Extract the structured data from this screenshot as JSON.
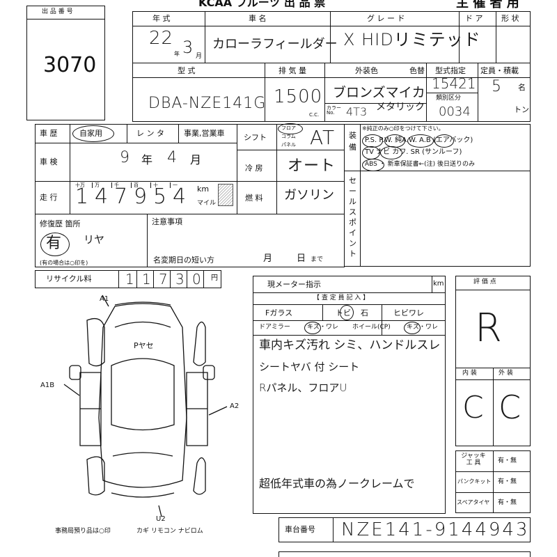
{
  "header": {
    "partial_top": "KCAA フルーツ 出 品 票",
    "title": "主 催 者 用",
    "lot_label": "出 品 番 号",
    "lot_number": "3070"
  },
  "labels": {
    "year": "年 式",
    "model_name": "車 名",
    "grade": "グ レ ー ド",
    "doors": "ド ア",
    "shape": "形 状",
    "type": "型 式",
    "displacement": "排 気 量",
    "exterior_color": "外装色",
    "color_change": "色替",
    "type_designation": "型式指定",
    "capacity": "定員・積載",
    "category": "類別区分",
    "cc": "C.C.",
    "color_no": "カラー No.",
    "name_unit": "名",
    "ton_unit": "トン",
    "year_unit": "年",
    "month_unit": "月",
    "history": "車 歴",
    "private": "自家用",
    "rental": "レ ン タ",
    "business": "事業,営業車",
    "shaken": "車 検",
    "mileage": "走 行",
    "digit_units": [
      "十万",
      "万",
      "千",
      "百",
      "十",
      "一"
    ],
    "km": "km",
    "mile": "マイル",
    "shift": "シフト",
    "shift_opts": [
      "フロア",
      "コラム",
      "パネル"
    ],
    "aircon": "冷 房",
    "fuel": "燃 料",
    "equipment": "装 備",
    "equipment_note": "※純正のみ○印をつけて下さい。",
    "equip_row1": "P.S. P.W. 純A.W. A.B (エアバック)",
    "equip_row2": "TV ナビ カワ. SR (サンルーフ)",
    "equip_row3": "ABS ・ 新車保証書←(注) 後日送りのみ",
    "sales_point": "セールスポイント",
    "repair": "修復歴 箇所",
    "repair_note": "(有の場合は○印を)",
    "notes": "注意事項",
    "short_term": "名変期日の短い方",
    "month": "月",
    "day": "日",
    "by": "まで",
    "recycle": "リサイクル料",
    "yen": "円",
    "meter": "現メーター指示",
    "inspector_header": "【 査 定 員 記 入 】",
    "fglass": "Fガラス",
    "tobi": "トビ",
    "ishi": "石",
    "hibiware": "ヒビワレ",
    "door_mirror": "ドアミラー",
    "kizu_ware": "キズ・ワレ",
    "wheel": "ホイール(CP)",
    "grade_label": "評 価 点",
    "interior": "内 装",
    "exterior": "外 装",
    "jack": "ジャッキ 工 具",
    "puncture": "パンクキット",
    "spare": "スペアタイヤ",
    "yes_no": "有・無",
    "chassis": "車台番号",
    "office": "事務局預り品は○印",
    "office_items": "カギ リモコン ナビロム"
  },
  "values": {
    "year": "22",
    "month": "3",
    "model": "カローラフィールダー",
    "grade": "X HIDリミテッド",
    "type": "DBA-NZE141G",
    "displacement": "1500",
    "color": "ブロンズマイカ",
    "color_note": "メタリック",
    "color_code": "4T3",
    "type_designation": "15421",
    "category": "0034",
    "capacity": "5",
    "shaken_year": "9",
    "shaken_month": "4",
    "mileage_digits": [
      "1",
      "4",
      "7",
      "9",
      "5",
      "4"
    ],
    "shift": "AT",
    "aircon": "オート",
    "fuel": "ガソリン",
    "repair": "有",
    "repair_detail": "リヤ",
    "recycle_digits": [
      "1",
      "1",
      "7",
      "3",
      "0"
    ],
    "score": "R",
    "interior": "C",
    "exterior": "C",
    "notes_lines": [
      "車内キズ汚れ シミ、ハンドルスレ",
      "シートヤバ 付 シート",
      "Rパネル、フロアU",
      "超低年式車の為ノークレームで"
    ],
    "chassis_number": "NZE141-9144943",
    "map_marks": {
      "top": "A1",
      "left": "A1B",
      "right": "A2",
      "bottom": "U2",
      "roof": "Pヤセ"
    }
  }
}
